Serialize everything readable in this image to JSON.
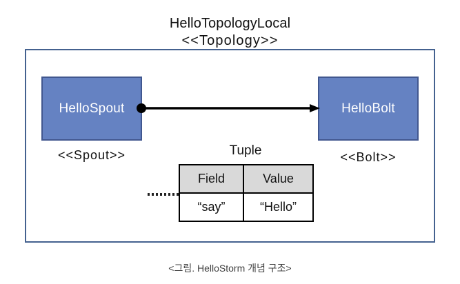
{
  "diagram": {
    "title_line1": "HelloTopologyLocal",
    "title_line2": "<<Topology>>",
    "frame_name": "topology-frame",
    "colors": {
      "frame_border": "#44618f",
      "box_fill": "#6582c2",
      "box_border": "#41578f",
      "box_text": "#ffffff",
      "table_header_fill": "#d9d9d9",
      "table_border": "#000000",
      "connector": "#000000",
      "caption_text": "#3f3f3f"
    },
    "nodes": [
      {
        "id": "spout",
        "label": "HelloSpout",
        "stereotype": "<<Spout>>"
      },
      {
        "id": "bolt",
        "label": "HelloBolt",
        "stereotype": "<<Bolt>>"
      }
    ],
    "connector": {
      "from": "HelloSpout",
      "to": "HelloBolt",
      "start_marker": "filled-circle",
      "end_marker": "arrowhead"
    },
    "tuple": {
      "title": "Tuple",
      "columns": [
        "Field",
        "Value"
      ],
      "rows": [
        [
          "“say”",
          "“Hello”"
        ]
      ],
      "leader": "......."
    }
  },
  "caption": "<그림. HelloStorm 개념 구조>"
}
